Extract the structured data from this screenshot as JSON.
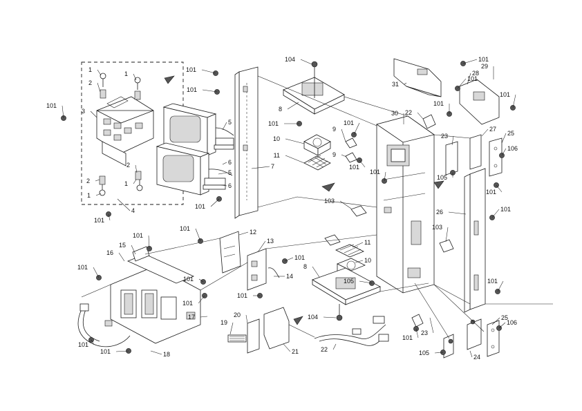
{
  "diagram": {
    "colors": {
      "line": "#1a1a1a",
      "background": "#ffffff",
      "screw_head": "#555555"
    },
    "callouts": [
      "1",
      "1",
      "2",
      "3",
      "101",
      "2",
      "1",
      "2",
      "1",
      "4",
      "101",
      "101",
      "101",
      "5",
      "6",
      "5",
      "6",
      "101",
      "7",
      "104",
      "8",
      "101",
      "9",
      "101",
      "10",
      "9",
      "11",
      "101",
      "101",
      "31",
      "101",
      "28",
      "29",
      "101",
      "30",
      "22",
      "101",
      "101",
      "23",
      "27",
      "25",
      "106",
      "105",
      "101",
      "26",
      "101",
      "103",
      "103",
      "101",
      "12",
      "13",
      "11",
      "10",
      "8",
      "101",
      "14",
      "101",
      "105",
      "104",
      "101",
      "15",
      "16",
      "101",
      "101",
      "101",
      "101",
      "17",
      "101",
      "101",
      "18",
      "19",
      "20",
      "21",
      "22",
      "101",
      "23",
      "105",
      "24",
      "25",
      "106"
    ]
  }
}
